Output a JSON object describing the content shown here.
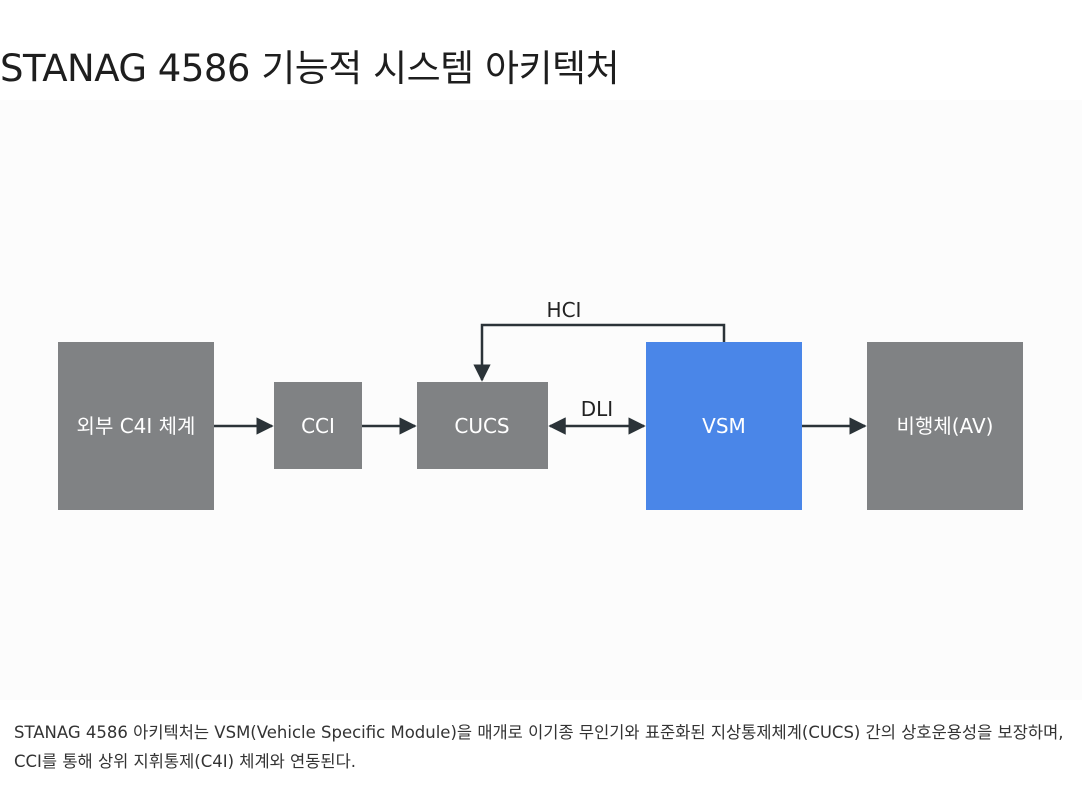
{
  "title": "STANAG 4586 기능적 시스템 아키텍처",
  "diagram": {
    "nodes": {
      "external_c4i": "외부 C4I 체계",
      "cci": "CCI",
      "cucs": "CUCS",
      "vsm": "VSM",
      "av": "비행체(AV)"
    },
    "edges": {
      "hci": "HCI",
      "dli": "DLI"
    },
    "colors": {
      "gray_node": "#808284",
      "vsm_node": "#4a86e8",
      "arrow": "#2b3338"
    }
  },
  "caption": "STANAG 4586 아키텍처는 VSM(Vehicle Specific Module)을 매개로 이기종 무인기와 표준화된 지상통제체계(CUCS) 간의 상호운용성을 보장하며, CCI를 통해 상위 지휘통제(C4I) 체계와 연동된다."
}
